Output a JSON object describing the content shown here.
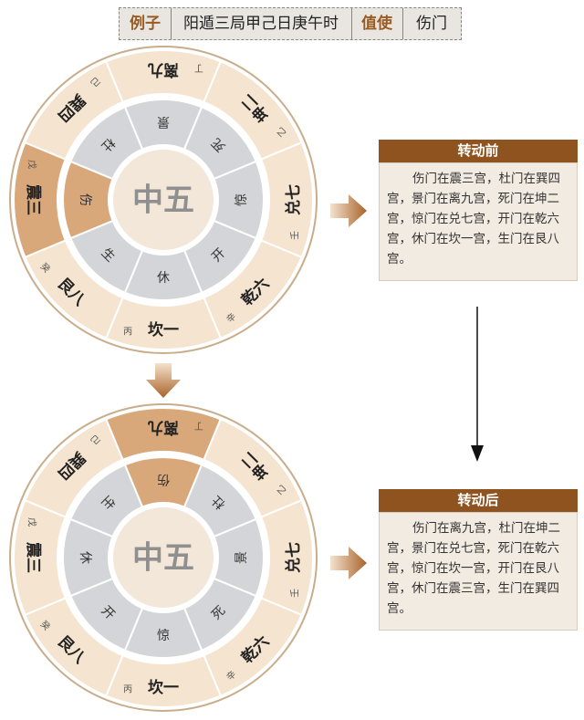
{
  "header": {
    "k1": "例子",
    "v1": "阳遁三局甲己日庚午时",
    "k2": "值使",
    "v2": "伤门"
  },
  "wheel_center": "中五",
  "outer_palaces": [
    {
      "name": "离九",
      "stem": "丁"
    },
    {
      "name": "坤二",
      "stem": "乙"
    },
    {
      "name": "兑七",
      "stem": "壬"
    },
    {
      "name": "乾六",
      "stem": "辛"
    },
    {
      "name": "坎一",
      "stem": "丙"
    },
    {
      "name": "艮八",
      "stem": "癸"
    },
    {
      "name": "震三",
      "stem": "戊"
    },
    {
      "name": "巽四",
      "stem": "己"
    }
  ],
  "before": {
    "title": "转动前",
    "text": "伤门在震三宫，杜门在巽四宫，景门在离九宫，死门在坤二宫，惊门在兑七宫，开门在乾六宫，休门在坎一宫，生门在艮八宫。",
    "doors": [
      "景",
      "死",
      "惊",
      "开",
      "休",
      "生",
      "伤",
      "杜"
    ],
    "highlight": "震三"
  },
  "after": {
    "title": "转动后",
    "text": "伤门在离九宫，杜门在坤二宫，景门在兑七宫，死门在乾六宫，惊门在坎一宫，开门在艮八宫，休门在震三宫，生门在巽四宫。",
    "doors": [
      "伤",
      "杜",
      "景",
      "死",
      "惊",
      "开",
      "休",
      "生"
    ],
    "highlight": "离九"
  },
  "colors": {
    "outer_light": "#f5e4cf",
    "outer_highlight": "#d9a87a",
    "inner_ring": "#d3d5d8",
    "center": "#f3e7da",
    "center_text": "#8f8f8f",
    "accent": "#8f5320"
  }
}
